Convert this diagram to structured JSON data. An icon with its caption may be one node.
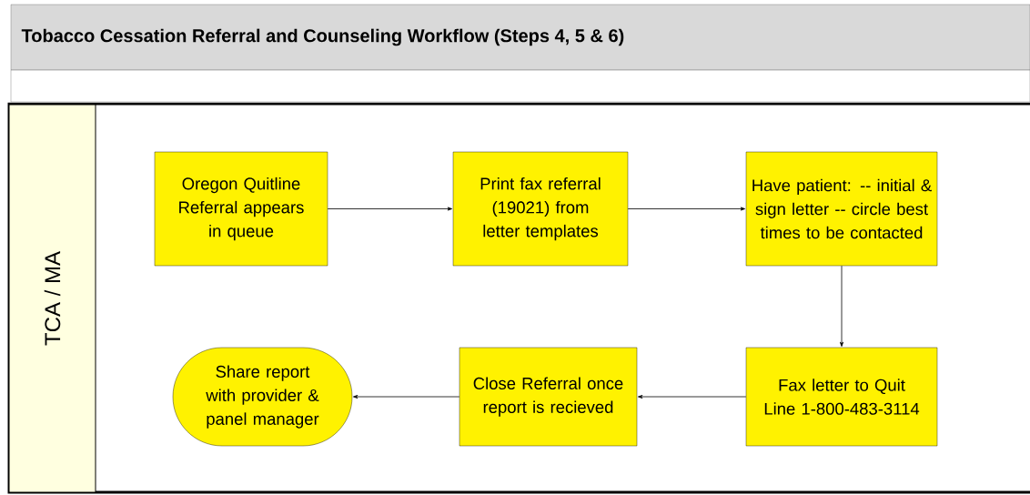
{
  "diagram": {
    "title": "Tobacco Cessation Referral and Counseling Workflow (Steps 4, 5 & 6)",
    "nodes": [
      {
        "text": [
          "TCA / MA"
        ]
      },
      {
        "text": [
          "Oregon Quitline Referral appears in queue"
        ]
      },
      {
        "text": [
          "Print fax referral (19021) from letter templates"
        ]
      },
      {
        "text": [
          "Have patient: -- initial & sign letter -- circle best times to be contacted"
        ]
      },
      {
        "text": [
          "Fax letter to Quit Line 1-800-483-3114"
        ]
      },
      {
        "text": [
          "Close Referral once report is recieved"
        ]
      },
      {
        "text": [
          "Share report with provider & panel manager"
        ]
      }
    ],
    "edges": [
      {
        "from": 1,
        "to": 2,
        "arrow": "to"
      },
      {
        "from": 2,
        "to": 3,
        "arrow": "to"
      },
      {
        "from": 3,
        "to": 4,
        "arrow": "to"
      },
      {
        "from": 4,
        "to": 5,
        "arrow": "to"
      },
      {
        "from": 5,
        "to": 6,
        "arrow": "to"
      }
    ]
  }
}
